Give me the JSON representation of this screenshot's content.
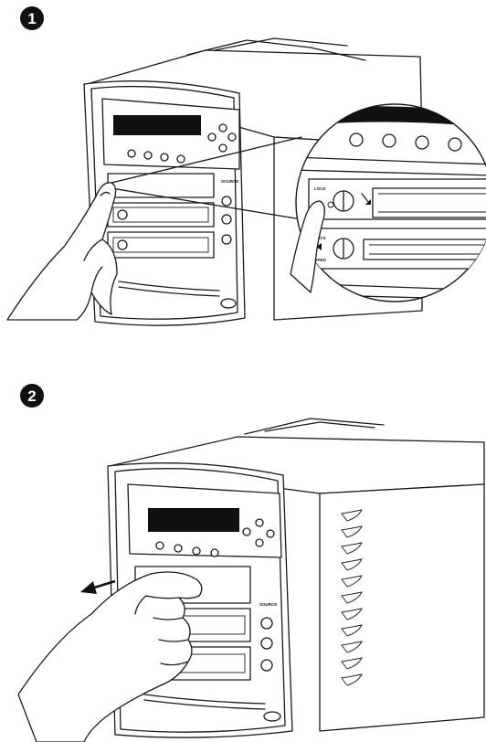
{
  "steps": [
    {
      "number": "1"
    },
    {
      "number": "2"
    }
  ],
  "labels": {
    "source": "SOURCE",
    "lock": "LOCK",
    "open": "OPEN"
  },
  "colors": {
    "line": "#1a1a1a",
    "background": "#ffffff",
    "badge": "#111111"
  }
}
